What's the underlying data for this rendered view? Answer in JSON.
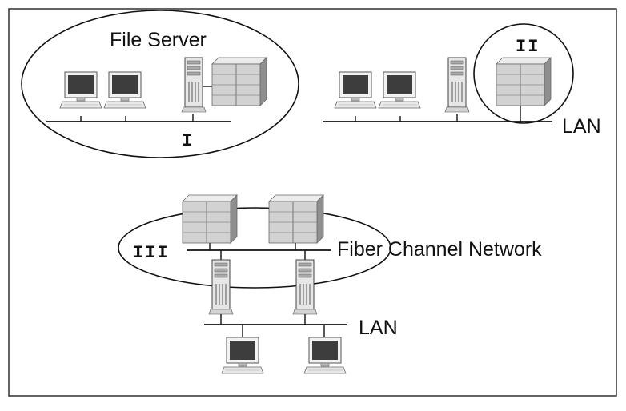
{
  "labels": {
    "file_server": "File Server",
    "scenario_1": "I",
    "scenario_2": "II",
    "scenario_3": "III",
    "lan_top": "LAN",
    "fiber_channel": "Fiber Channel Network",
    "lan_bottom": "LAN"
  },
  "colors": {
    "line": "#111111",
    "monitor_screen": "#3d3d3d",
    "storage_light": "#d2d2d2",
    "storage_dark": "#8f8f8f",
    "server_body": "#e6e6e6"
  }
}
